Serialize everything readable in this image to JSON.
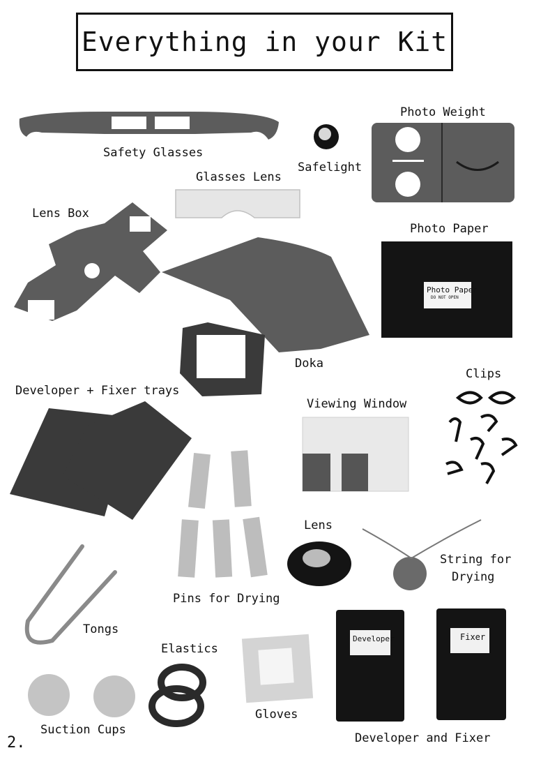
{
  "title": "Everything in your Kit",
  "page_number": "2.",
  "items": {
    "safety_glasses": "Safety Glasses",
    "safelight": "Safelight",
    "photo_weight": "Photo Weight",
    "glasses_lens": "Glasses Lens",
    "lens_box": "Lens Box",
    "photo_paper": "Photo Paper",
    "photo_paper_sticker": "Photo Paper",
    "photo_paper_sticker_sub": "DO NOT OPEN",
    "doka": "Doka",
    "clips": "Clips",
    "trays": "Developer + Fixer trays",
    "viewing_window": "Viewing Window",
    "lens": "Lens",
    "string_line1": "String for",
    "string_line2": "Drying",
    "pins": "Pins for Drying",
    "tongs": "Tongs",
    "elastics": "Elastics",
    "gloves": "Gloves",
    "suction_cups": "Suction Cups",
    "dev_fixer": "Developer and Fixer",
    "developer_label": "Developer",
    "fixer_label": "Fixer"
  }
}
